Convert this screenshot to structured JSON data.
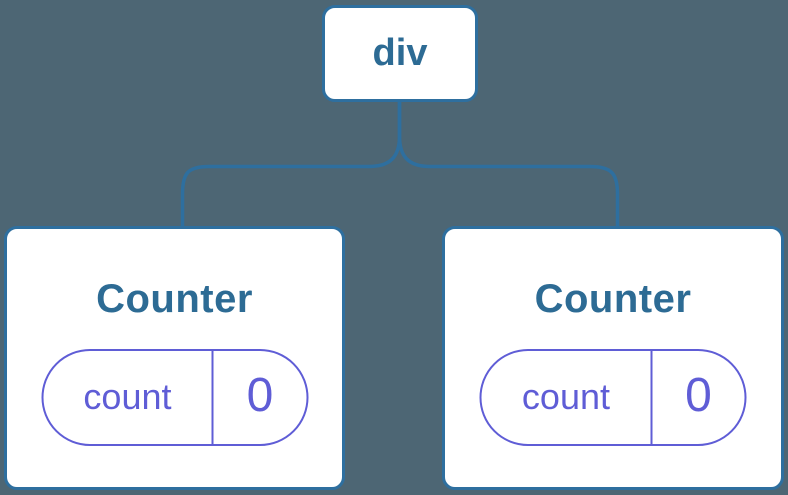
{
  "colors": {
    "background": "#4d6674",
    "line": "#2e6f9f",
    "node_bg": "#ffffff",
    "heading": "#2d6b94",
    "state": "#5f5dd6"
  },
  "tree": {
    "root": {
      "label": "div"
    },
    "children": [
      {
        "name": "Counter",
        "state": {
          "key": "count",
          "value": "0"
        }
      },
      {
        "name": "Counter",
        "state": {
          "key": "count",
          "value": "0"
        }
      }
    ]
  }
}
